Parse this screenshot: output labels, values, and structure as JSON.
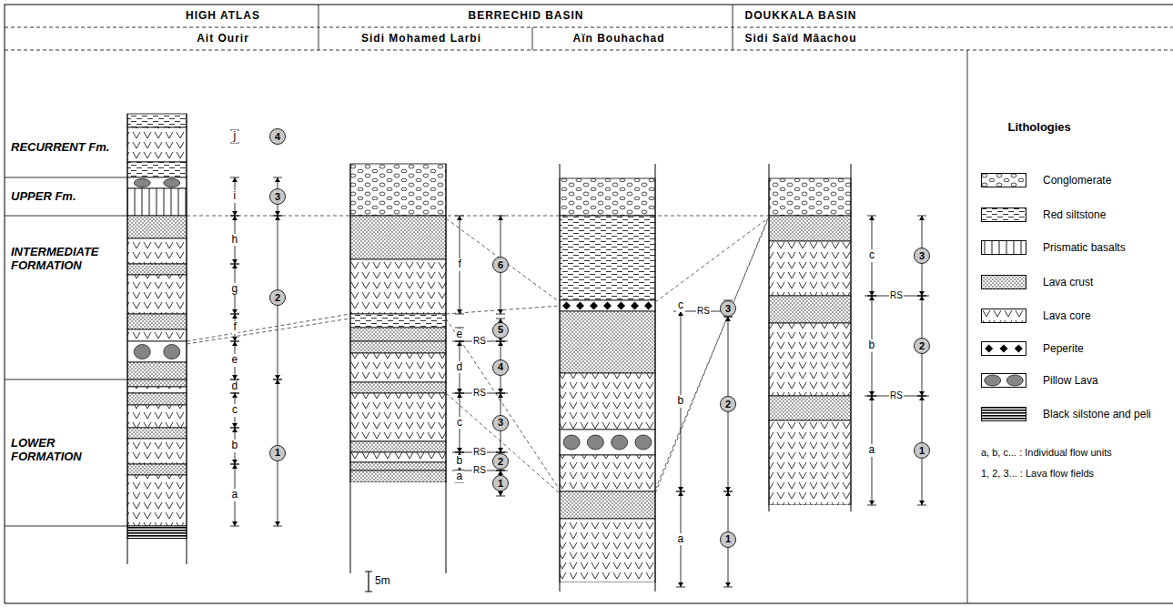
{
  "diagram": {
    "nodes": [
      {
        "text": [
          "HIGH ATLAS"
        ]
      },
      {
        "text": [
          "BERRECHID BASIN"
        ]
      },
      {
        "text": [
          "DOUKKALA BASIN"
        ]
      },
      {
        "text": [
          "Ait Ourir"
        ]
      },
      {
        "text": [
          "Sidi Mohamed Larbi"
        ]
      },
      {
        "text": [
          "Aïn Bouhachad"
        ]
      },
      {
        "text": [
          "Sidi Saïd Mâachou"
        ]
      },
      {
        "text": [
          "4"
        ]
      },
      {
        "text": [
          "3"
        ]
      },
      {
        "text": [
          "2"
        ]
      },
      {
        "text": [
          "1"
        ]
      },
      {
        "text": [
          "6"
        ]
      },
      {
        "text": [
          "5"
        ]
      },
      {
        "text": [
          "4"
        ]
      },
      {
        "text": [
          "3"
        ]
      },
      {
        "text": [
          "2"
        ]
      },
      {
        "text": [
          "1"
        ]
      },
      {
        "text": [
          "3"
        ]
      },
      {
        "text": [
          "2"
        ]
      },
      {
        "text": [
          "1"
        ]
      },
      {
        "text": [
          "3"
        ]
      },
      {
        "text": [
          "2"
        ]
      },
      {
        "text": [
          "1"
        ]
      }
    ],
    "labels": [
      "RECURRENT Fm.",
      "UPPER Fm.",
      "INTERMEDIATE FORMATION",
      "LOWER FORMATION",
      "j",
      "i",
      "h",
      "g",
      "f",
      "e",
      "d",
      "c",
      "b",
      "a",
      "f",
      "e",
      "d",
      "c",
      "b",
      "a",
      "RS",
      "RS",
      "RS",
      "RS",
      "c",
      "b",
      "a",
      "RS",
      "c",
      "b",
      "a",
      "RS",
      "RS",
      "5m",
      "Lithologies",
      "a, b, c... : Individual flow units",
      "1, 2, 3... : Lava flow fields"
    ],
    "legend": [
      {
        "text": "Conglomerate"
      },
      {
        "text": "Red siltstone"
      },
      {
        "text": "Prismatic basalts"
      },
      {
        "text": "Lava crust"
      },
      {
        "text": "Lava core"
      },
      {
        "text": "Peperite"
      },
      {
        "text": "Pillow Lava"
      },
      {
        "text": "Black silstone and peli"
      }
    ]
  }
}
